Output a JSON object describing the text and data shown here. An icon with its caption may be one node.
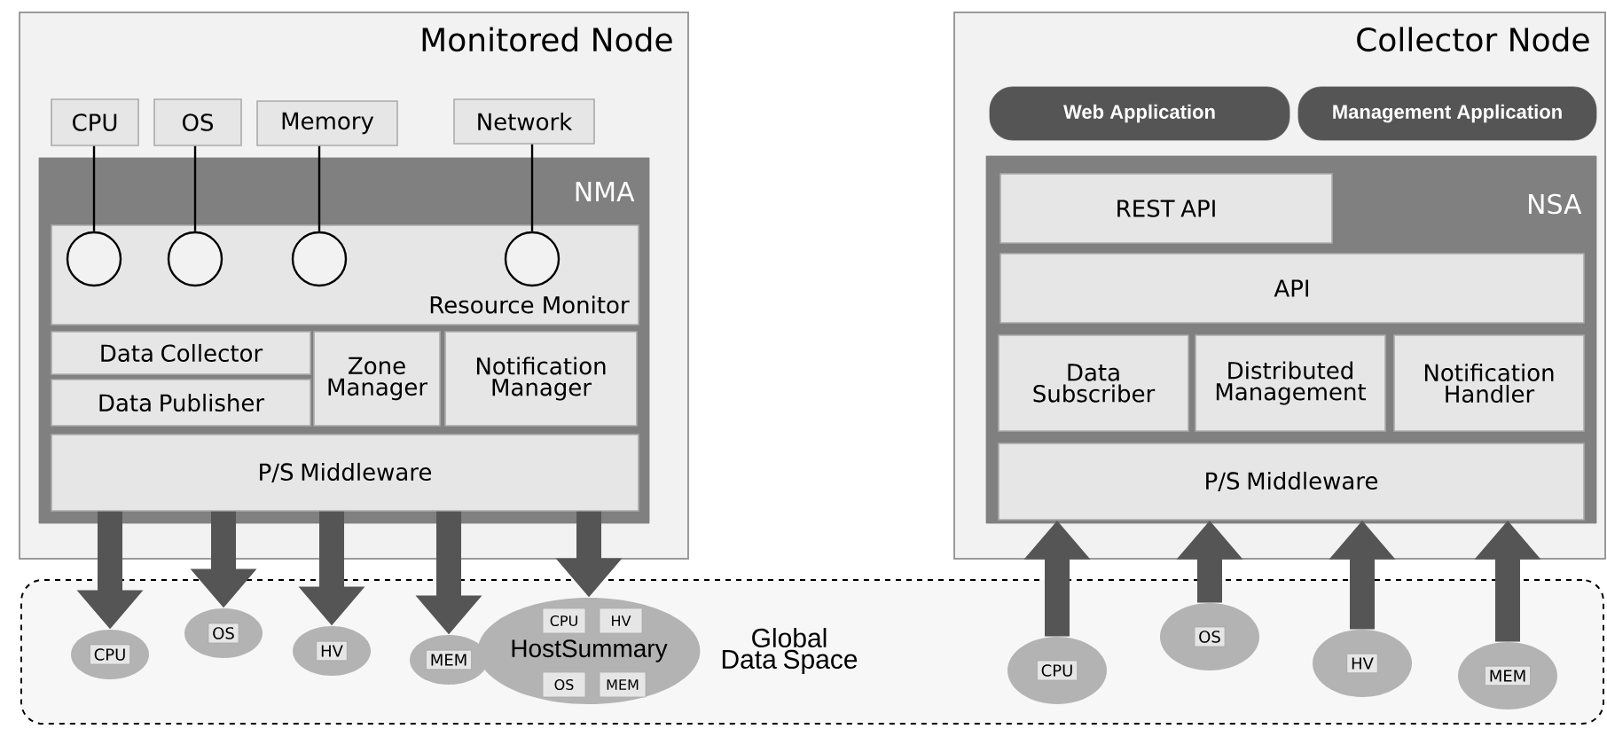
{
  "diagram": {
    "nodes": [
      {
        "text": [
          "Monitored Node"
        ]
      },
      {
        "text": [
          "CPU"
        ],
        "in": 0
      },
      {
        "text": [
          "OS"
        ],
        "in": 0
      },
      {
        "text": [
          "Memory"
        ],
        "in": 0
      },
      {
        "text": [
          "Network"
        ],
        "in": 0
      },
      {
        "text": [
          "NMA"
        ],
        "in": 0
      },
      {
        "text": [
          "Resource Monitor"
        ],
        "in": 5
      },
      {
        "text": [],
        "shape": "circle",
        "in": 6
      },
      {
        "text": [],
        "shape": "circle",
        "in": 6
      },
      {
        "text": [],
        "shape": "circle",
        "in": 6
      },
      {
        "text": [],
        "shape": "circle",
        "in": 6
      },
      {
        "text": [
          "Data Collector"
        ],
        "in": 5
      },
      {
        "text": [
          "Data Publisher"
        ],
        "in": 5
      },
      {
        "text": [
          "Zone Manager"
        ],
        "in": 5
      },
      {
        "text": [
          "Notification Manager"
        ],
        "in": 5
      },
      {
        "text": [
          "P/S Middleware"
        ],
        "in": 5
      },
      {
        "text": [
          "Collector Node"
        ]
      },
      {
        "text": [
          "Web Application"
        ],
        "in": 16
      },
      {
        "text": [
          "Management Application"
        ],
        "in": 16
      },
      {
        "text": [
          "NSA"
        ],
        "in": 16
      },
      {
        "text": [
          "REST API"
        ],
        "in": 19
      },
      {
        "text": [
          "API"
        ],
        "in": 19
      },
      {
        "text": [
          "Data Subscriber"
        ],
        "in": 19
      },
      {
        "text": [
          "Distributed Management"
        ],
        "in": 19
      },
      {
        "text": [
          "Notification Handler"
        ],
        "in": 19
      },
      {
        "text": [
          "P/S Middleware"
        ],
        "in": 19
      },
      {
        "text": [
          "Global Data Space"
        ]
      },
      {
        "text": [
          "CPU"
        ],
        "in": 26
      },
      {
        "text": [
          "OS"
        ],
        "in": 26
      },
      {
        "text": [
          "HV"
        ],
        "in": 26
      },
      {
        "text": [
          "MEM"
        ],
        "in": 26
      },
      {
        "text": [
          "HostSummary"
        ],
        "in": 26
      },
      {
        "text": [
          "CPU"
        ],
        "in": 31
      },
      {
        "text": [
          "HV"
        ],
        "in": 31
      },
      {
        "text": [
          "OS"
        ],
        "in": 31
      },
      {
        "text": [
          "MEM"
        ],
        "in": 31
      },
      {
        "text": [
          "CPU"
        ],
        "in": 26
      },
      {
        "text": [
          "OS"
        ],
        "in": 26
      },
      {
        "text": [
          "HV"
        ],
        "in": 26
      },
      {
        "text": [
          "MEM"
        ],
        "in": 26
      }
    ],
    "edges": [
      {
        "from": 1,
        "to": 7,
        "arrow": "none",
        "color": "#000000"
      },
      {
        "from": 2,
        "to": 8,
        "arrow": "none",
        "color": "#000000"
      },
      {
        "from": 3,
        "to": 9,
        "arrow": "none",
        "color": "#000000"
      },
      {
        "from": 4,
        "to": 10,
        "arrow": "none",
        "color": "#000000"
      },
      {
        "from": 15,
        "to": 27,
        "arrow": "to"
      },
      {
        "from": 15,
        "to": 28,
        "arrow": "to"
      },
      {
        "from": 15,
        "to": 29,
        "arrow": "to"
      },
      {
        "from": 15,
        "to": 30,
        "arrow": "to"
      },
      {
        "from": 15,
        "to": 31,
        "arrow": "to"
      },
      {
        "from": 36,
        "to": 25,
        "arrow": "to"
      },
      {
        "from": 37,
        "to": 25,
        "arrow": "to"
      },
      {
        "from": 38,
        "to": 25,
        "arrow": "to"
      },
      {
        "from": 39,
        "to": 25,
        "arrow": "to"
      }
    ]
  }
}
